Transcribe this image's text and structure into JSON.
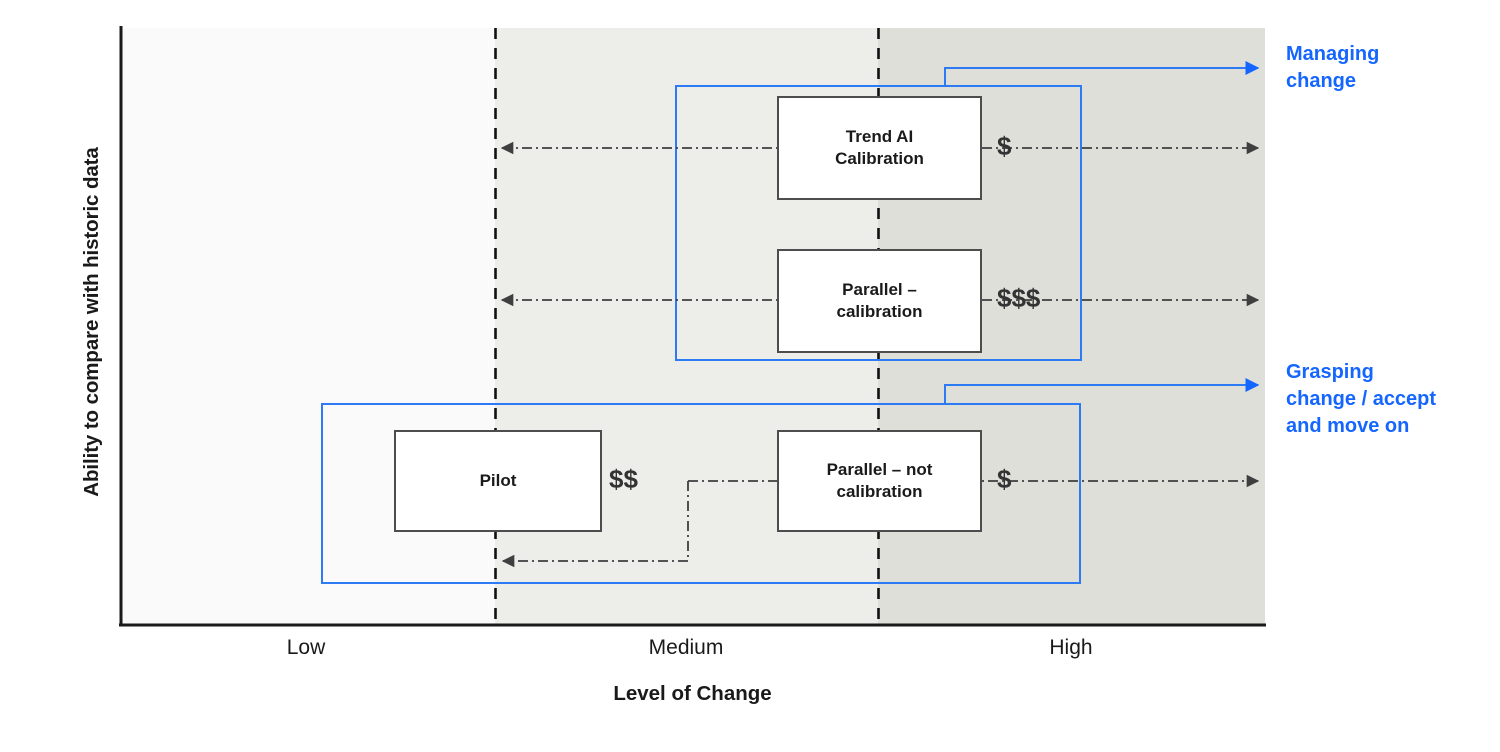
{
  "axes": {
    "y_label": "Ability to compare with historic data",
    "x_label": "Level of Change",
    "x_ticks": [
      "Low",
      "Medium",
      "High"
    ]
  },
  "nodes": [
    {
      "id": "trend-ai-calibration",
      "label": "Trend AI\nCalibration",
      "cost": "$"
    },
    {
      "id": "parallel-calibration",
      "label": "Parallel –\ncalibration",
      "cost": "$$$"
    },
    {
      "id": "pilot",
      "label": "Pilot",
      "cost": "$$"
    },
    {
      "id": "parallel-not-calibration",
      "label": "Parallel – not\ncalibration",
      "cost": "$"
    }
  ],
  "callouts": [
    {
      "id": "managing-change",
      "text": "Managing\nchange"
    },
    {
      "id": "grasping-change",
      "text": "Grasping\nchange / accept\nand move on"
    }
  ],
  "colors": {
    "accent_blue": "#1565ff",
    "band_low": "#fafafa",
    "band_medium": "#edeeea",
    "band_high": "#dedfd9",
    "node_border": "#4d4d4d",
    "axis": "#1a1a1a",
    "connector": "#3f3f3f"
  },
  "chart_data": {
    "type": "scatter",
    "title": "",
    "xlabel": "Level of Change",
    "ylabel": "Ability to compare with historic data",
    "xticklabels": [
      "Low",
      "Medium",
      "High"
    ],
    "yticklabels": [],
    "grid": false,
    "legend": "none",
    "points": [
      {
        "label": "Trend AI Calibration",
        "x": "Medium-High",
        "y": "High",
        "cost": "$"
      },
      {
        "label": "Parallel – calibration",
        "x": "Medium-High",
        "y": "Medium-High",
        "cost": "$$$"
      },
      {
        "label": "Pilot",
        "x": "Low-Medium",
        "y": "Low",
        "cost": "$$"
      },
      {
        "label": "Parallel – not calibration",
        "x": "Medium-High",
        "y": "Low",
        "cost": "$"
      }
    ],
    "groups": [
      {
        "label": "Managing change",
        "members": [
          "Trend AI Calibration",
          "Parallel – calibration"
        ]
      },
      {
        "label": "Grasping change / accept and move on",
        "members": [
          "Pilot",
          "Parallel – not calibration"
        ]
      }
    ]
  }
}
